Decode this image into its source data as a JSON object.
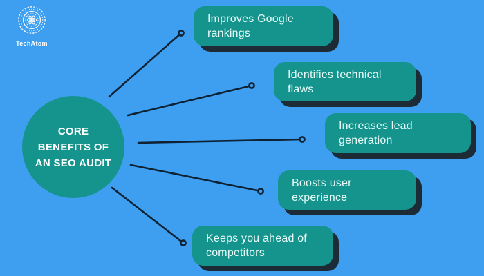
{
  "colors": {
    "background": "#3E9FF0",
    "teal": "#15948D",
    "shadow": "#1C2B36",
    "line": "#0E2233",
    "box_text": "#E7FBF8",
    "hub_text": "#FFFFFF"
  },
  "logo": {
    "brand": "TechAtom",
    "emblem": "atom-mandala-icon"
  },
  "hub": {
    "label": "CORE BENEFITS OF AN SEO AUDIT",
    "lines": [
      "CORE",
      "BENEFITS OF",
      "AN SEO AUDIT"
    ]
  },
  "benefits": [
    {
      "label": "Improves Google rankings",
      "lines": [
        "Improves Google",
        "rankings"
      ]
    },
    {
      "label": "Identifies technical flaws",
      "lines": [
        "Identifies technical",
        "flaws"
      ]
    },
    {
      "label": "Increases lead generation",
      "lines": [
        "Increases lead",
        "generation"
      ]
    },
    {
      "label": "Boosts user experience",
      "lines": [
        "Boosts user",
        "experience"
      ]
    },
    {
      "label": "Keeps you ahead of competitors",
      "lines": [
        "Keeps you ahead of",
        "competitors"
      ]
    }
  ]
}
